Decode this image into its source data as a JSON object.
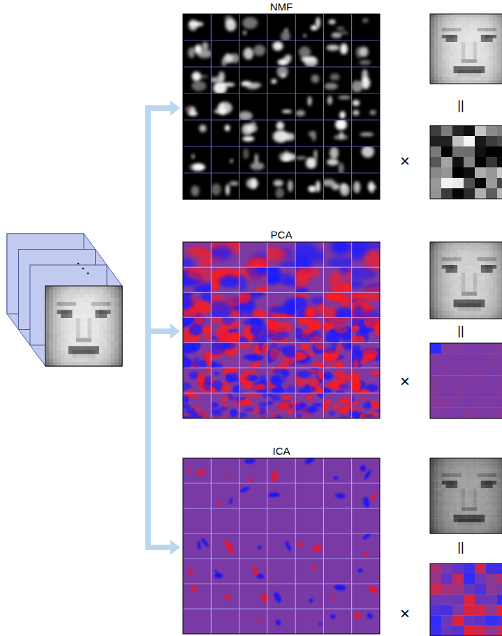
{
  "diagram": {
    "nodes": [
      {
        "text": [
          "NMF"
        ]
      },
      {
        "text": [
          "PCA"
        ]
      },
      {
        "text": [
          "ICA"
        ]
      }
    ],
    "labels": [
      "||",
      "×",
      "||",
      "×",
      "||",
      "×"
    ]
  }
}
